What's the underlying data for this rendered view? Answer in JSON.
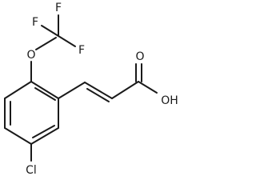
{
  "molecule": {
    "labels": {
      "f1": "F",
      "f2": "F",
      "f3": "F",
      "o_ether": "O",
      "o_carbonyl": "O",
      "oh": "OH",
      "cl": "Cl"
    },
    "colors": {
      "bond": "#1a1a1a",
      "text": "#1a1a1a",
      "background": "#ffffff"
    }
  }
}
